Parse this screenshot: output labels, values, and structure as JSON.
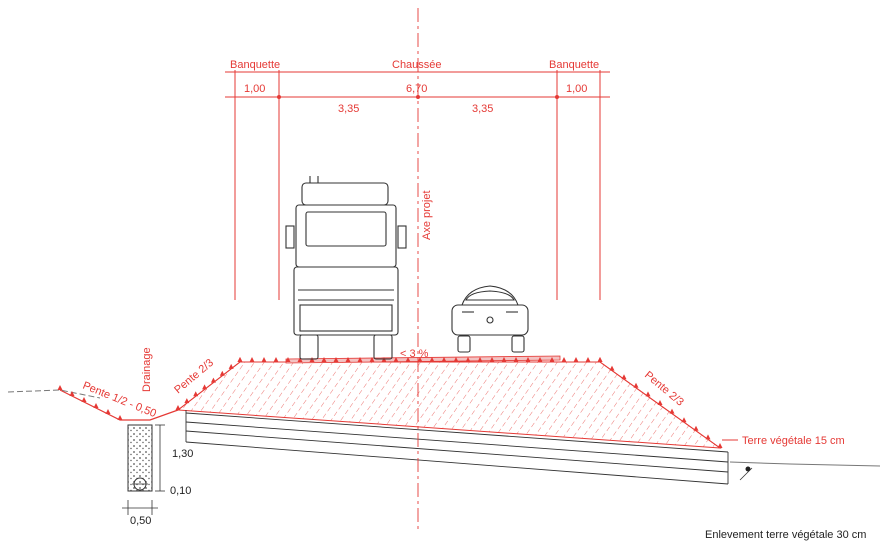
{
  "labels": {
    "banquette_left": "Banquette",
    "chaussee": "Chaussée",
    "banquette_right": "Banquette",
    "dim_left_shoulder": "1,00",
    "dim_total": "6,70",
    "dim_right_shoulder": "1,00",
    "dim_lane_left": "3,35",
    "dim_lane_right": "3,35",
    "axis": "Axe projet",
    "slope_crown": "< 3 %",
    "pente_left": "Pente 2/3",
    "pente_right": "Pente 2/3",
    "pente_ditch": "Pente 1/2 - 0,50",
    "drainage": "Drainage",
    "dim_depth": "1,30",
    "dim_bottom": "0,10",
    "dim_width": "0,50",
    "topsoil": "Terre végétale 15 cm",
    "topsoil_removal": "Enlevement terre végétale 30 cm"
  },
  "colors": {
    "annotation": "#e53935",
    "vehicle": "#333333",
    "ground": "#777777"
  }
}
